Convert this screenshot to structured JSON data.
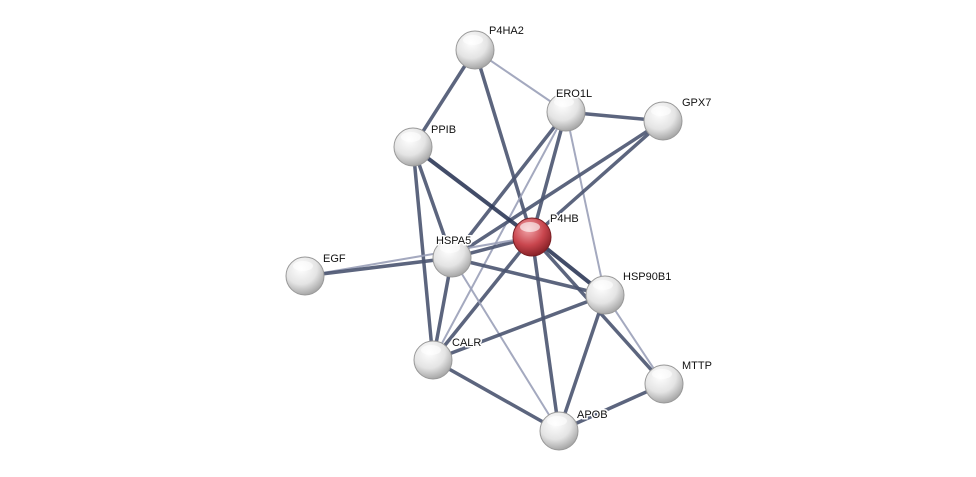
{
  "network": {
    "colors": {
      "edge": "#4a5470",
      "edge_light": "#9aa0b8",
      "query_node": "#c9464e",
      "node": "#e6e6e6"
    },
    "nodes": [
      {
        "id": "P4HA2",
        "label": "P4HA2",
        "query": false
      },
      {
        "id": "ERO1L",
        "label": "ERO1L",
        "query": false
      },
      {
        "id": "GPX7",
        "label": "GPX7",
        "query": false
      },
      {
        "id": "PPIB",
        "label": "PPIB",
        "query": false
      },
      {
        "id": "P4HB",
        "label": "P4HB",
        "query": true
      },
      {
        "id": "HSPA5",
        "label": "HSPA5",
        "query": false
      },
      {
        "id": "EGF",
        "label": "EGF",
        "query": false
      },
      {
        "id": "HSP90B1",
        "label": "HSP90B1",
        "query": false
      },
      {
        "id": "CALR",
        "label": "CALR",
        "query": false
      },
      {
        "id": "MTTP",
        "label": "MTTP",
        "query": false
      },
      {
        "id": "APOB",
        "label": "APOB",
        "query": false
      }
    ],
    "edges": [
      {
        "from": "P4HA2",
        "to": "PPIB",
        "strength": "medium"
      },
      {
        "from": "P4HA2",
        "to": "P4HB",
        "strength": "medium"
      },
      {
        "from": "P4HA2",
        "to": "ERO1L",
        "strength": "light"
      },
      {
        "from": "ERO1L",
        "to": "GPX7",
        "strength": "medium"
      },
      {
        "from": "ERO1L",
        "to": "P4HB",
        "strength": "medium"
      },
      {
        "from": "ERO1L",
        "to": "HSPA5",
        "strength": "medium"
      },
      {
        "from": "ERO1L",
        "to": "CALR",
        "strength": "light"
      },
      {
        "from": "ERO1L",
        "to": "HSP90B1",
        "strength": "light"
      },
      {
        "from": "GPX7",
        "to": "P4HB",
        "strength": "medium"
      },
      {
        "from": "GPX7",
        "to": "HSPA5",
        "strength": "medium"
      },
      {
        "from": "PPIB",
        "to": "P4HB",
        "strength": "strong"
      },
      {
        "from": "PPIB",
        "to": "HSPA5",
        "strength": "medium"
      },
      {
        "from": "PPIB",
        "to": "CALR",
        "strength": "medium"
      },
      {
        "from": "P4HB",
        "to": "HSPA5",
        "strength": "medium"
      },
      {
        "from": "P4HB",
        "to": "HSP90B1",
        "strength": "strong"
      },
      {
        "from": "P4HB",
        "to": "CALR",
        "strength": "medium"
      },
      {
        "from": "P4HB",
        "to": "APOB",
        "strength": "medium"
      },
      {
        "from": "P4HB",
        "to": "MTTP",
        "strength": "medium"
      },
      {
        "from": "P4HB",
        "to": "EGF",
        "strength": "light"
      },
      {
        "from": "HSPA5",
        "to": "EGF",
        "strength": "medium"
      },
      {
        "from": "HSPA5",
        "to": "HSP90B1",
        "strength": "medium"
      },
      {
        "from": "HSPA5",
        "to": "CALR",
        "strength": "medium"
      },
      {
        "from": "HSPA5",
        "to": "APOB",
        "strength": "light"
      },
      {
        "from": "HSP90B1",
        "to": "CALR",
        "strength": "medium"
      },
      {
        "from": "HSP90B1",
        "to": "APOB",
        "strength": "medium"
      },
      {
        "from": "HSP90B1",
        "to": "MTTP",
        "strength": "light"
      },
      {
        "from": "CALR",
        "to": "APOB",
        "strength": "medium"
      },
      {
        "from": "APOB",
        "to": "MTTP",
        "strength": "medium"
      }
    ]
  }
}
